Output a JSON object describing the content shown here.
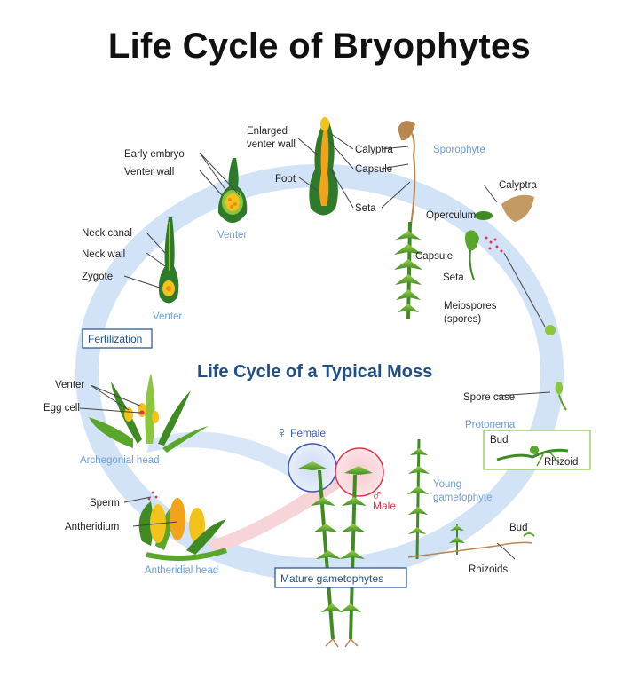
{
  "title": "Life Cycle of Bryophytes",
  "center_title": "Life Cycle of a Typical Moss",
  "boxed_labels": {
    "fertilization": "Fertilization",
    "mature_gametophytes": "Mature gametophytes"
  },
  "stage_labels": {
    "venter_lower": "Venter",
    "venter_upper": "Venter",
    "sporophyte": "Sporophyte",
    "protonema": "Protonema",
    "young_gametophyte_line1": "Young",
    "young_gametophyte_line2": "gametophyte",
    "archegonial_head": "Archegonial head",
    "antheridial_head": "Antheridial head"
  },
  "part_labels": {
    "early_embryo": "Early embryo",
    "venter_wall": "Venter wall",
    "enlarged_venter_wall_line1": "Enlarged",
    "enlarged_venter_wall_line2": "venter wall",
    "foot": "Foot",
    "calyptra_top": "Calyptra",
    "capsule_top": "Capsule",
    "seta_top": "Seta",
    "calyptra_right": "Calyptra",
    "operculum": "Operculum",
    "capsule_right": "Capsule",
    "seta_right": "Seta",
    "meiospores_line1": "Meiospores",
    "meiospores_line2": "(spores)",
    "neck_canal": "Neck canal",
    "neck_wall": "Neck wall",
    "zygote": "Zygote",
    "venter_arch": "Venter",
    "egg_cell": "Egg cell",
    "spore_case": "Spore case",
    "bud_box": "Bud",
    "rhizoid": "Rhizoid",
    "sperm": "Sperm",
    "antheridium": "Antheridium",
    "bud": "Bud",
    "rhizoids": "Rhizoids"
  },
  "sex_labels": {
    "female": "Female",
    "male": "Male"
  },
  "colors": {
    "cycle_ring": "#d3e3f7",
    "label_blue": "#6f9fd6",
    "center_title": "#1f4f8a",
    "female_circle": "#3b5bb5",
    "male_circle": "#e0334a",
    "moss_green": "#4f9a2a",
    "leaf_light": "#8cc63f",
    "capsule_brown": "#b8864e",
    "embryo_orange": "#f3a21b"
  }
}
